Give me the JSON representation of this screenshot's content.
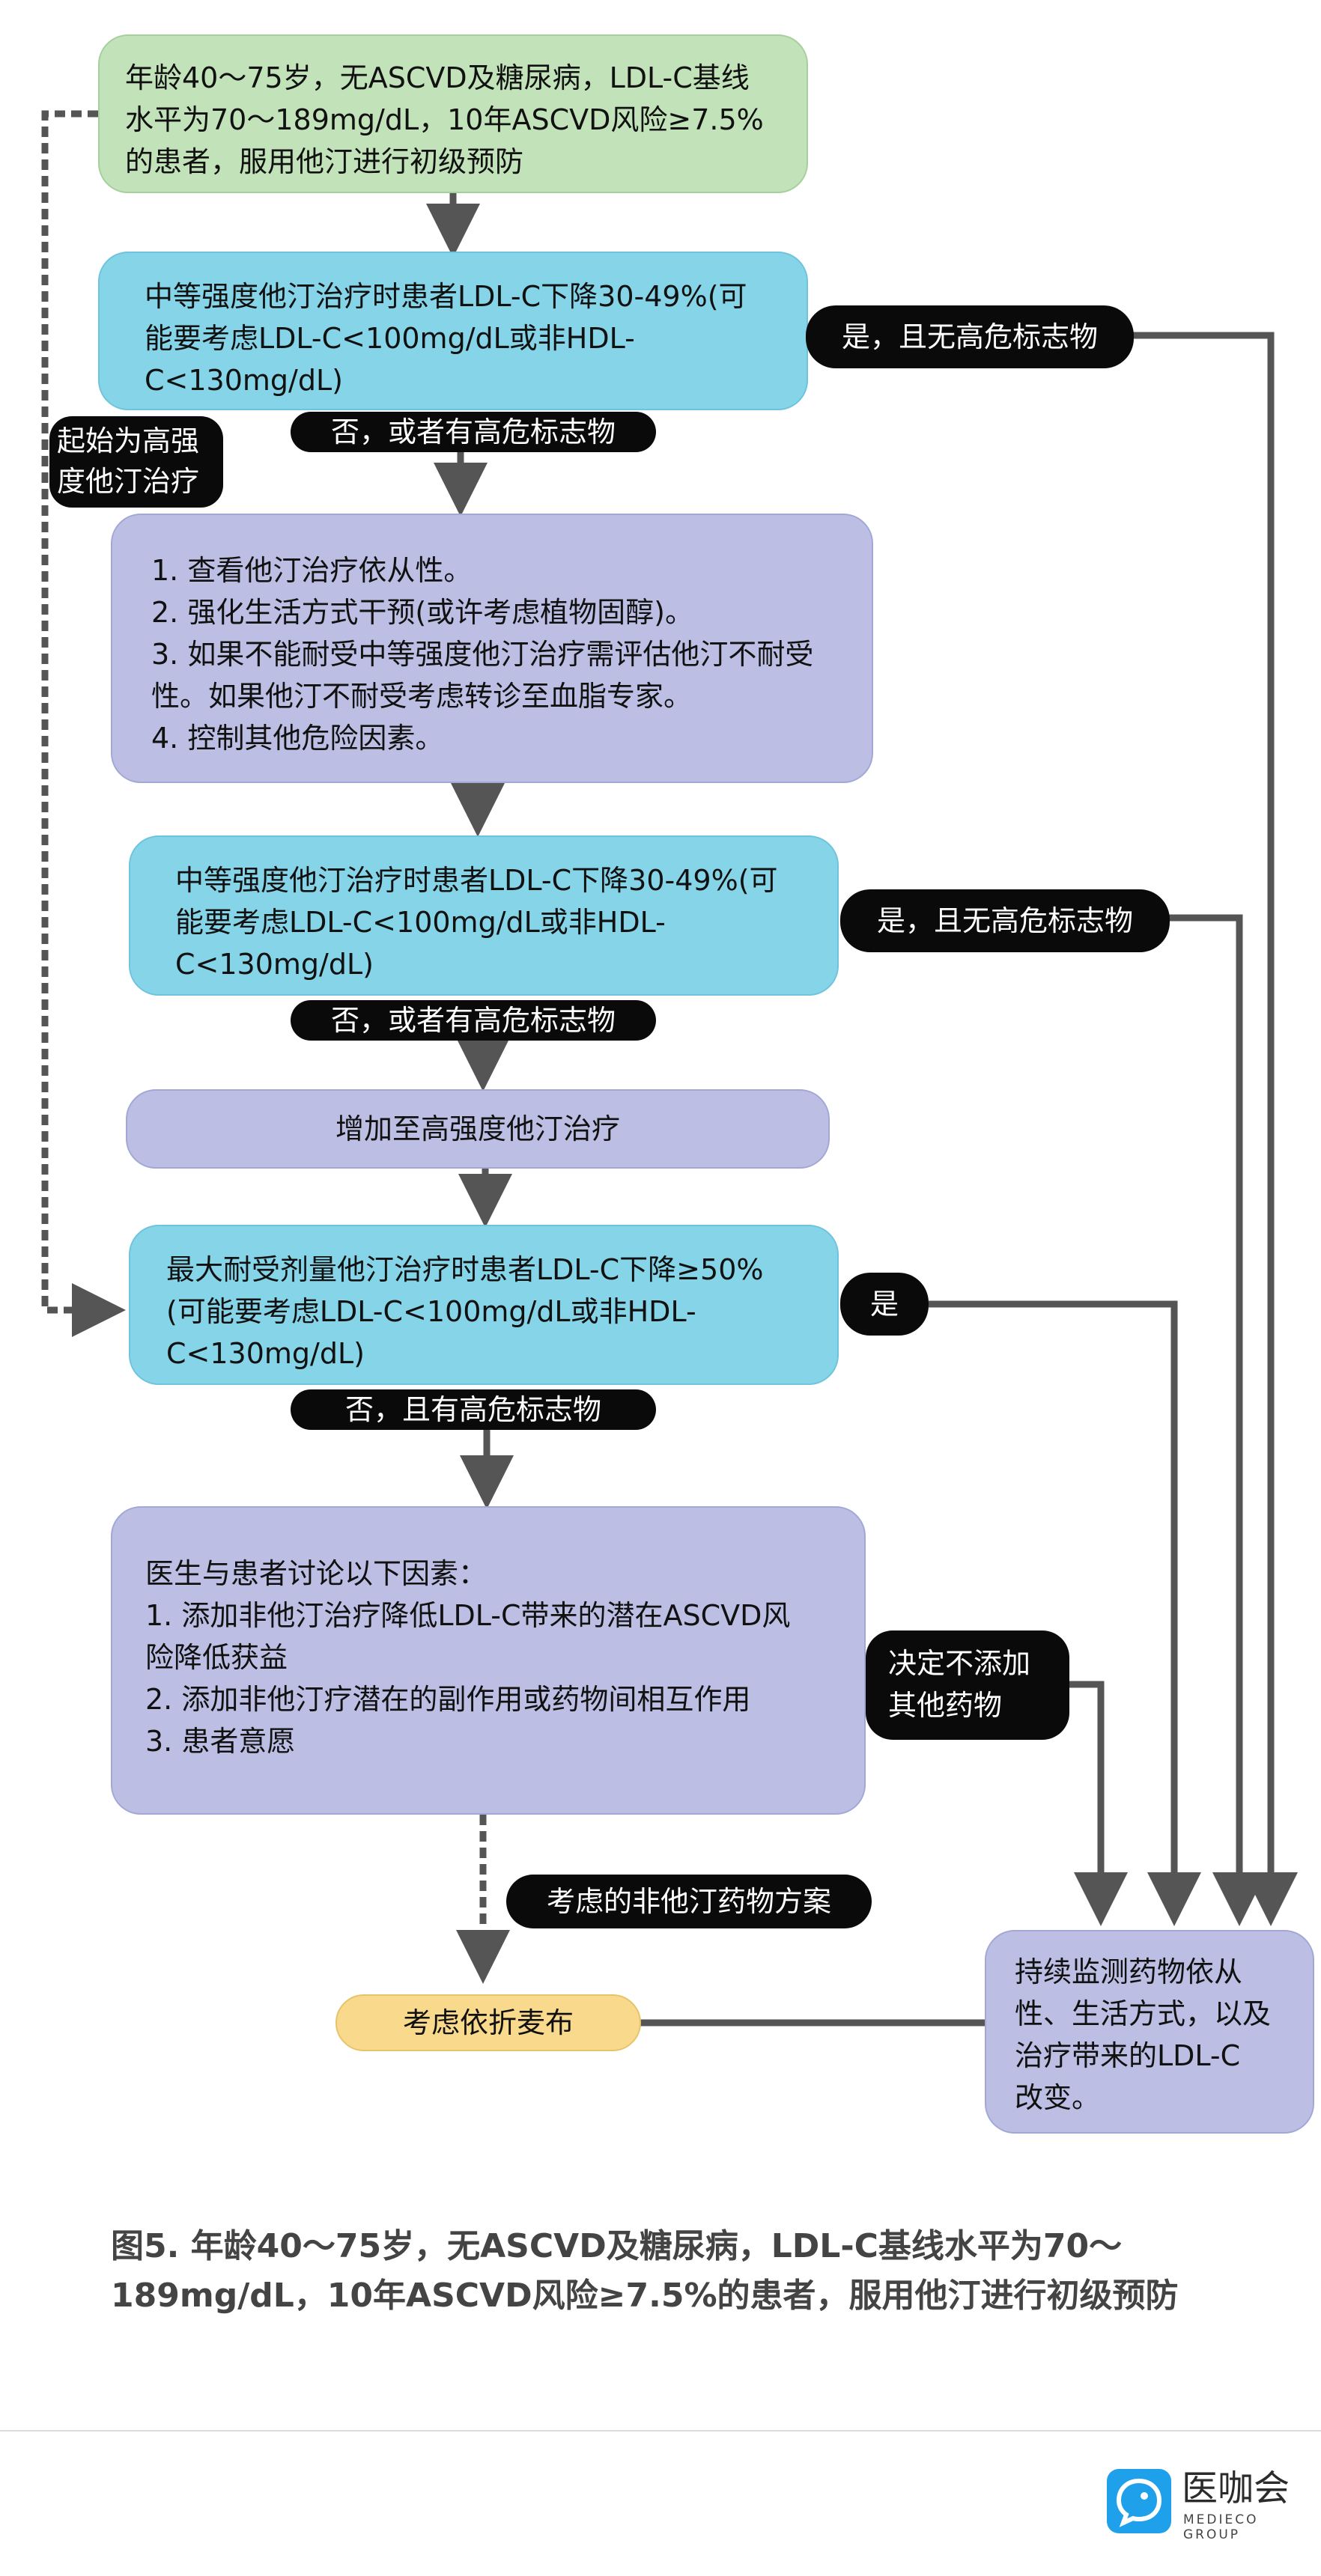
{
  "nodes": {
    "start": "年龄40～75岁，无ASCVD及糖尿病，LDL-C基线\n水平为70～189mg/dL，10年ASCVD风险≥7.5%\n的患者，服用他汀进行初级预防",
    "moderate1": "中等强度他汀治疗时患者LDL-C下降30-49%(可\n能要考虑LDL-C<100mg/dL或非HDL-\nC<130mg/dL)",
    "check": "1. 查看他汀治疗依从性。\n2. 强化生活方式干预(或许考虑植物固醇)。\n3. 如果不能耐受中等强度他汀治疗需评估他汀不耐受\n性。如果他汀不耐受考虑转诊至血脂专家。\n4. 控制其他危险因素。",
    "moderate2": "中等强度他汀治疗时患者LDL-C下降30-49%(可\n能要考虑LDL-C<100mg/dL或非HDL-\nC<130mg/dL)",
    "increase": "增加至高强度他汀治疗",
    "maxdose": "最大耐受剂量他汀治疗时患者LDL-C下降≥50%\n(可能要考虑LDL-C<100mg/dL或非HDL-\nC<130mg/dL)",
    "discuss": "医生与患者讨论以下因素：\n1. 添加非他汀治疗降低LDL-C带来的潜在ASCVD风\n险降低获益\n2. 添加非他汀疗潜在的副作用或药物间相互作用\n3. 患者意愿",
    "ezetimibe": "考虑依折麦布",
    "monitor": "持续监测药物依从\n性、生活方式，以及\n治疗带来的LDL-C\n改变。"
  },
  "labels": {
    "yes_no_risk_1": "是，且无高危标志物",
    "no_or_risk_1": "否，或者有高危标志物",
    "start_high": "起始为高强\n度他汀治疗",
    "yes_no_risk_2": "是，且无高危标志物",
    "no_or_risk_2": "否，或者有高危标志物",
    "yes": "是",
    "no_and_risk": "否，且有高危标志物",
    "decide_no_add": "决定不添加\n其他药物",
    "consider_nonstatin": "考虑的非他汀药物方案"
  },
  "caption": "图5. 年龄40～75岁，无ASCVD及糖尿病，LDL-C基线水平为70～\n189mg/dL，10年ASCVD风险≥7.5%的患者，服用他汀进行初级预防",
  "logo": {
    "name": "医咖会",
    "sub": "MEDIECO GROUP",
    "icon": "chat-bubble-icon",
    "color": "#1ea0ea"
  },
  "colors": {
    "green": "#c2e2b9",
    "blue": "#86d4e8",
    "purple": "#bcbfe3",
    "yellow": "#f9da8d",
    "line": "#555555"
  }
}
